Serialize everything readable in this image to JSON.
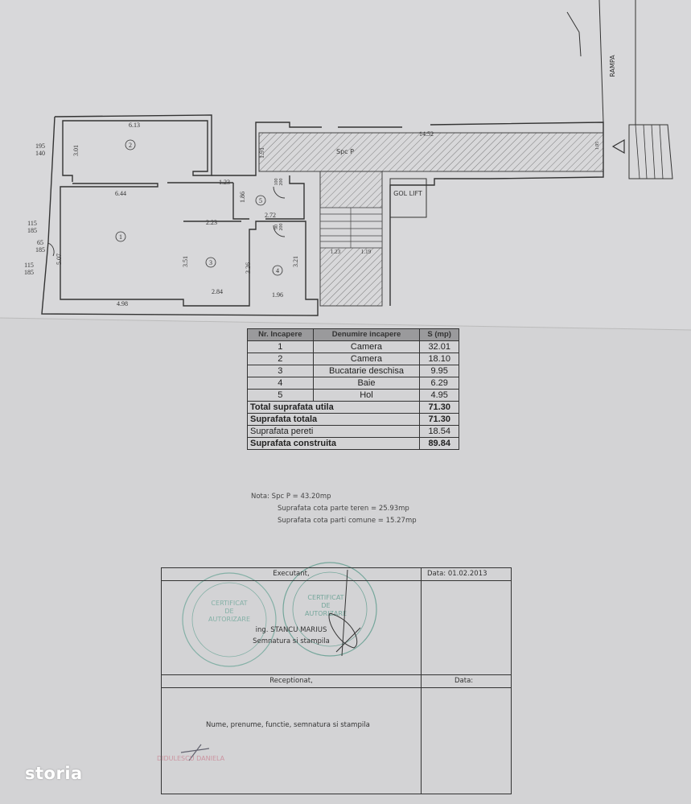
{
  "plan": {
    "rooms": [
      {
        "number": "1",
        "dims": [
          "6.44",
          "5.07",
          "4.98"
        ]
      },
      {
        "number": "2",
        "dims": [
          "6.13",
          "3.01"
        ]
      },
      {
        "number": "3",
        "dims": [
          "2.23",
          "3.51",
          "2.84",
          "3.26"
        ]
      },
      {
        "number": "4",
        "dims": [
          "3.21",
          "1.96"
        ]
      },
      {
        "number": "5",
        "dims": [
          "1.23",
          "1.86",
          "2.72"
        ]
      }
    ],
    "windows": [
      {
        "top": "195",
        "bottom": "140"
      },
      {
        "top": "115",
        "bottom": "185"
      },
      {
        "top": "65",
        "bottom": "185"
      },
      {
        "top": "115",
        "bottom": "185"
      }
    ],
    "doors": [
      {
        "top": "100",
        "bottom": "200"
      },
      {
        "top": "90",
        "bottom": "200"
      }
    ],
    "common_space_label": "Spc P",
    "common_dims": [
      "14.52",
      "1.91",
      "1.95"
    ],
    "stair_dims": [
      "1.23",
      "1.19"
    ],
    "lift_label": "GOL LIFT",
    "ramp_label": "RAMPA"
  },
  "table": {
    "headers": [
      "Nr. Incapere",
      "Denumire incapere",
      "S (mp)"
    ],
    "rows": [
      {
        "nr": "1",
        "name": "Camera",
        "area": "32.01"
      },
      {
        "nr": "2",
        "name": "Camera",
        "area": "18.10"
      },
      {
        "nr": "3",
        "name": "Bucatarie deschisa",
        "area": "9.95"
      },
      {
        "nr": "4",
        "name": "Baie",
        "area": "6.29"
      },
      {
        "nr": "5",
        "name": "Hol",
        "area": "4.95"
      }
    ],
    "totals": [
      {
        "label": "Total suprafata utila",
        "value": "71.30",
        "bold": true
      },
      {
        "label": "Suprafata totala",
        "value": "71.30",
        "bold": true
      },
      {
        "label": "Suprafata pereti",
        "value": "18.54",
        "bold": false
      },
      {
        "label": "Suprafata construita",
        "value": "89.84",
        "bold": true
      }
    ]
  },
  "nota": {
    "label": "Nota:",
    "lines": [
      "Spc P = 43.20mp",
      "Suprafata cota parte teren = 25.93mp",
      "Suprafata cota parti comune = 15.27mp"
    ]
  },
  "signature_block": {
    "executant_label": "Executant,",
    "date_label_1": "Data: 01.02.2013",
    "engineer": "ing. STANCU MARIUS",
    "sign_label": "Semnatura si stampila",
    "stamp1": [
      "CERTIFICAT",
      "DE",
      "AUTORIZARE"
    ],
    "stamp2": [
      "CERTIFICAT",
      "DE",
      "AUTORIZARE"
    ],
    "receptionat_label": "Receptionat,",
    "date_label_2": "Data:",
    "receiver_caption": "Nume, prenume, functie, semnatura si stampila",
    "red_stamp": "DIDULESCU DANIELA"
  },
  "watermark": "storia",
  "colors": {
    "paper": "#d2d2d4",
    "ink": "#333333",
    "stamp_green": "#5a9a8a",
    "stamp_red": "#c87a8a"
  }
}
